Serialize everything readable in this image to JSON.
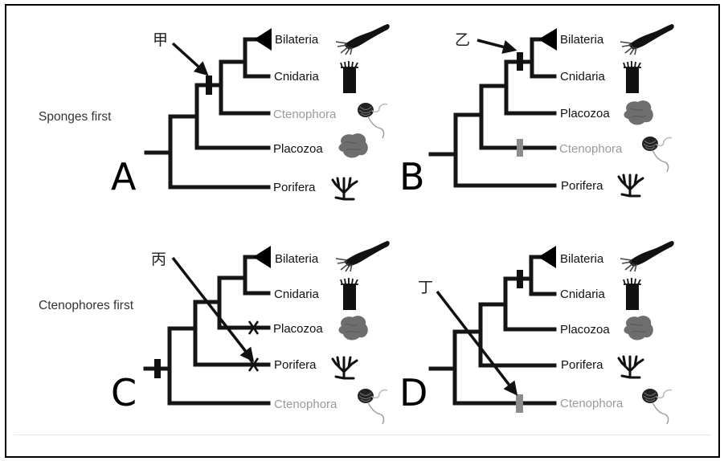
{
  "figure": {
    "title": "Alternative hypotheses of early animal phylogeny",
    "hypotheses": [
      {
        "id": "sponges_first",
        "label": "Sponges first"
      },
      {
        "id": "ctenophores_first",
        "label": "Ctenophores first"
      }
    ],
    "panels": [
      {
        "letter": "A",
        "hypothesis": "Sponges first",
        "marker_label": "甲",
        "taxa": [
          "Bilateria",
          "Cnidaria",
          "Ctenophora",
          "Placozoa",
          "Porifera"
        ],
        "faded_taxa": [
          "Ctenophora"
        ],
        "marks": [
          {
            "type": "black-bar",
            "on": "stem of Bilateria+Cnidaria+Ctenophora",
            "pointed_by": "甲"
          }
        ]
      },
      {
        "letter": "B",
        "hypothesis": "Sponges first",
        "marker_label": "乙",
        "taxa": [
          "Bilateria",
          "Cnidaria",
          "Placozoa",
          "Ctenophora",
          "Porifera"
        ],
        "faded_taxa": [
          "Ctenophora"
        ],
        "marks": [
          {
            "type": "black-bar",
            "on": "stem of Bilateria+Cnidaria",
            "pointed_by": "乙"
          },
          {
            "type": "grey-bar",
            "on": "Ctenophora branch"
          }
        ]
      },
      {
        "letter": "C",
        "hypothesis": "Ctenophores first",
        "marker_label": "丙",
        "taxa": [
          "Bilateria",
          "Cnidaria",
          "Placozoa",
          "Porifera",
          "Ctenophora"
        ],
        "faded_taxa": [
          "Ctenophora"
        ],
        "marks": [
          {
            "type": "black-bar",
            "on": "root"
          },
          {
            "type": "loss-x",
            "on": "Placozoa branch"
          },
          {
            "type": "loss-x",
            "on": "Porifera branch",
            "pointed_by": "丙"
          }
        ]
      },
      {
        "letter": "D",
        "hypothesis": "Ctenophores first",
        "marker_label": "丁",
        "taxa": [
          "Bilateria",
          "Cnidaria",
          "Placozoa",
          "Porifera",
          "Ctenophora"
        ],
        "faded_taxa": [
          "Ctenophora"
        ],
        "marks": [
          {
            "type": "black-bar",
            "on": "stem of Bilateria+Cnidaria"
          },
          {
            "type": "grey-bar",
            "on": "Ctenophora branch",
            "pointed_by": "丁"
          }
        ]
      }
    ],
    "icons": {
      "Bilateria": "squid-silhouette-icon",
      "Cnidaria": "sea-anemone-silhouette-icon",
      "Ctenophora": "comb-jelly-icon",
      "Placozoa": "placozoan-blob-icon",
      "Porifera": "branching-sponge-icon"
    },
    "colors": {
      "branch": "#151515",
      "faded_label": "#9a9a9a",
      "grey_bar": "#8c8c8c",
      "black_bar": "#111111"
    }
  }
}
